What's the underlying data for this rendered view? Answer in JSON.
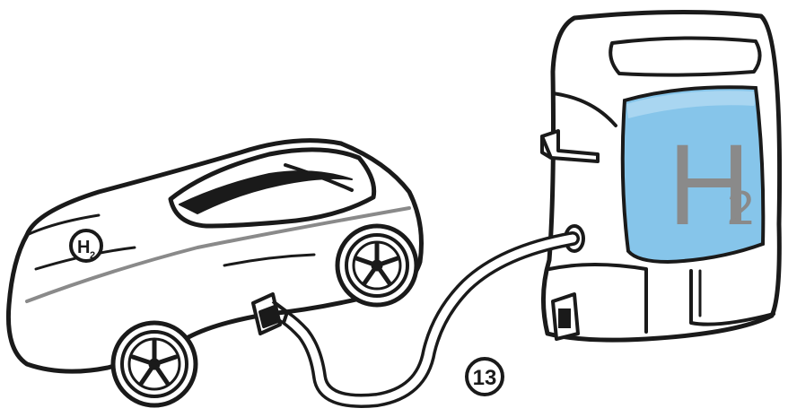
{
  "illustration": {
    "step_number": "13",
    "tank_label_main": "H",
    "tank_label_sub": "2",
    "car_badge_main": "H",
    "car_badge_sub": "2"
  },
  "colors": {
    "line": "#1a1a1a",
    "water": "#86c5ea",
    "water_top": "#a9d6f1",
    "label_gray": "#8a8a8a",
    "background": "#ffffff"
  }
}
